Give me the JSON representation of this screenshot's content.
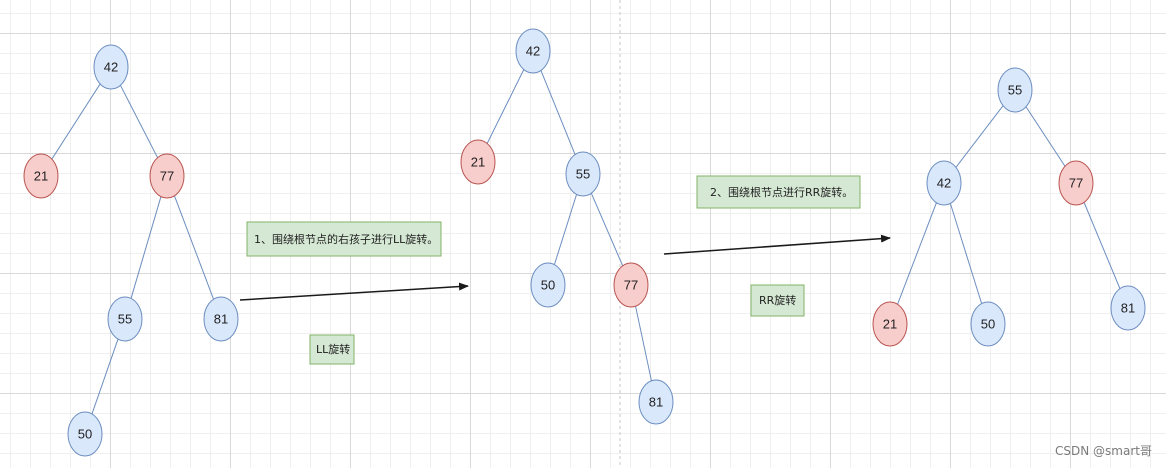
{
  "colors": {
    "blue_fill": "#dae8fc",
    "blue_stroke": "#6c8ebf",
    "red_fill": "#f8cecc",
    "red_stroke": "#b85450",
    "note_fill": "#d5e8d4",
    "note_stroke": "#82b366",
    "edge": "#6c8ebf",
    "arrow": "#1a1a1a"
  },
  "trees": {
    "initial": {
      "nodes": [
        {
          "id": "n42",
          "label": "42",
          "color": "blue"
        },
        {
          "id": "n21",
          "label": "21",
          "color": "red"
        },
        {
          "id": "n77",
          "label": "77",
          "color": "red"
        },
        {
          "id": "n55",
          "label": "55",
          "color": "blue"
        },
        {
          "id": "n81",
          "label": "81",
          "color": "blue"
        },
        {
          "id": "n50",
          "label": "50",
          "color": "blue"
        }
      ],
      "edges": [
        [
          "n42",
          "n21"
        ],
        [
          "n42",
          "n77"
        ],
        [
          "n77",
          "n55"
        ],
        [
          "n77",
          "n81"
        ],
        [
          "n55",
          "n50"
        ]
      ]
    },
    "after_ll": {
      "nodes": [
        {
          "id": "n42",
          "label": "42",
          "color": "blue"
        },
        {
          "id": "n21",
          "label": "21",
          "color": "red"
        },
        {
          "id": "n55",
          "label": "55",
          "color": "blue"
        },
        {
          "id": "n50",
          "label": "50",
          "color": "blue"
        },
        {
          "id": "n77",
          "label": "77",
          "color": "red"
        },
        {
          "id": "n81",
          "label": "81",
          "color": "blue"
        }
      ],
      "edges": [
        [
          "n42",
          "n21"
        ],
        [
          "n42",
          "n55"
        ],
        [
          "n55",
          "n50"
        ],
        [
          "n55",
          "n77"
        ],
        [
          "n77",
          "n81"
        ]
      ]
    },
    "after_rr": {
      "nodes": [
        {
          "id": "n55",
          "label": "55",
          "color": "blue"
        },
        {
          "id": "n42",
          "label": "42",
          "color": "blue"
        },
        {
          "id": "n77",
          "label": "77",
          "color": "red"
        },
        {
          "id": "n21",
          "label": "21",
          "color": "red"
        },
        {
          "id": "n50",
          "label": "50",
          "color": "blue"
        },
        {
          "id": "n81",
          "label": "81",
          "color": "blue"
        }
      ],
      "edges": [
        [
          "n55",
          "n42"
        ],
        [
          "n55",
          "n77"
        ],
        [
          "n42",
          "n21"
        ],
        [
          "n42",
          "n50"
        ],
        [
          "n77",
          "n81"
        ]
      ]
    }
  },
  "notes": {
    "step1": "1、围绕根节点的右孩子进行LL旋转。",
    "ll_label": "LL旋转",
    "step2": "2、围绕根节点进行RR旋转。",
    "rr_label": "RR旋转"
  },
  "watermark": "CSDN @smart哥"
}
